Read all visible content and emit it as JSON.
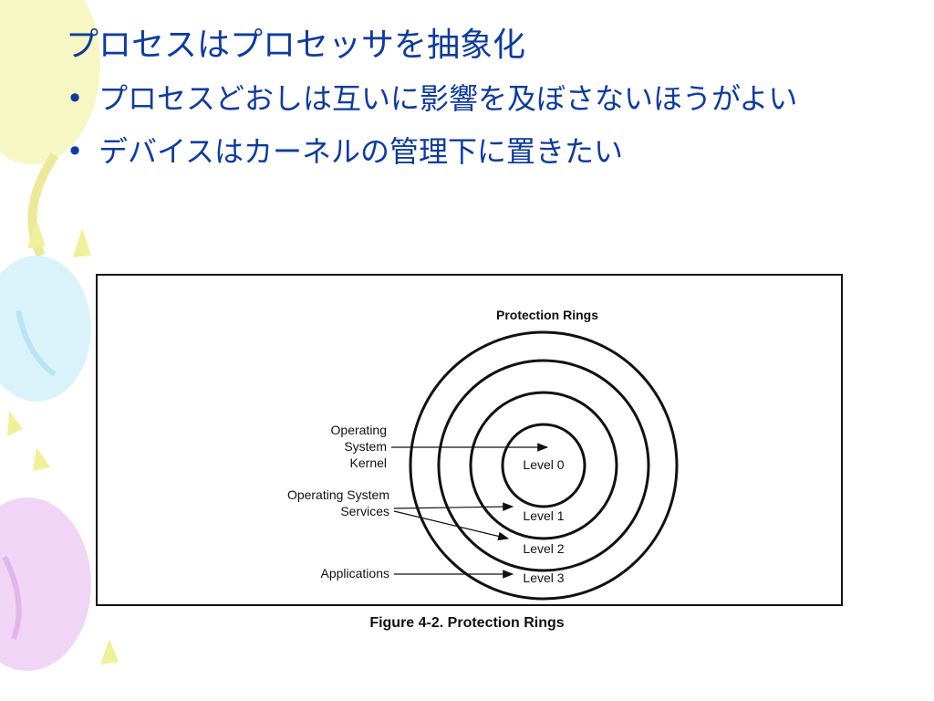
{
  "slide": {
    "title": "プロセスはプロセッサを抽象化",
    "bullets": [
      "プロセスどおしは互いに影響を及ぼさないほうがよい",
      "デバイスはカーネルの管理下に置きたい"
    ],
    "bullet_glyph": "•"
  },
  "figure": {
    "heading": "Protection Rings",
    "rings": [
      "Level 0",
      "Level 1",
      "Level 2",
      "Level 3"
    ],
    "labels": {
      "kernel": [
        "Operating",
        "System",
        "Kernel"
      ],
      "services": [
        "Operating System",
        "Services"
      ],
      "applications": "Applications"
    },
    "caption": "Figure 4-2.  Protection Rings"
  },
  "colors": {
    "title_text": "#0e3ba0",
    "ink": "#111111",
    "balloon_yellow": "#f3f3a8",
    "balloon_blue": "#cfeffb",
    "balloon_purple": "#ecc7f2"
  }
}
